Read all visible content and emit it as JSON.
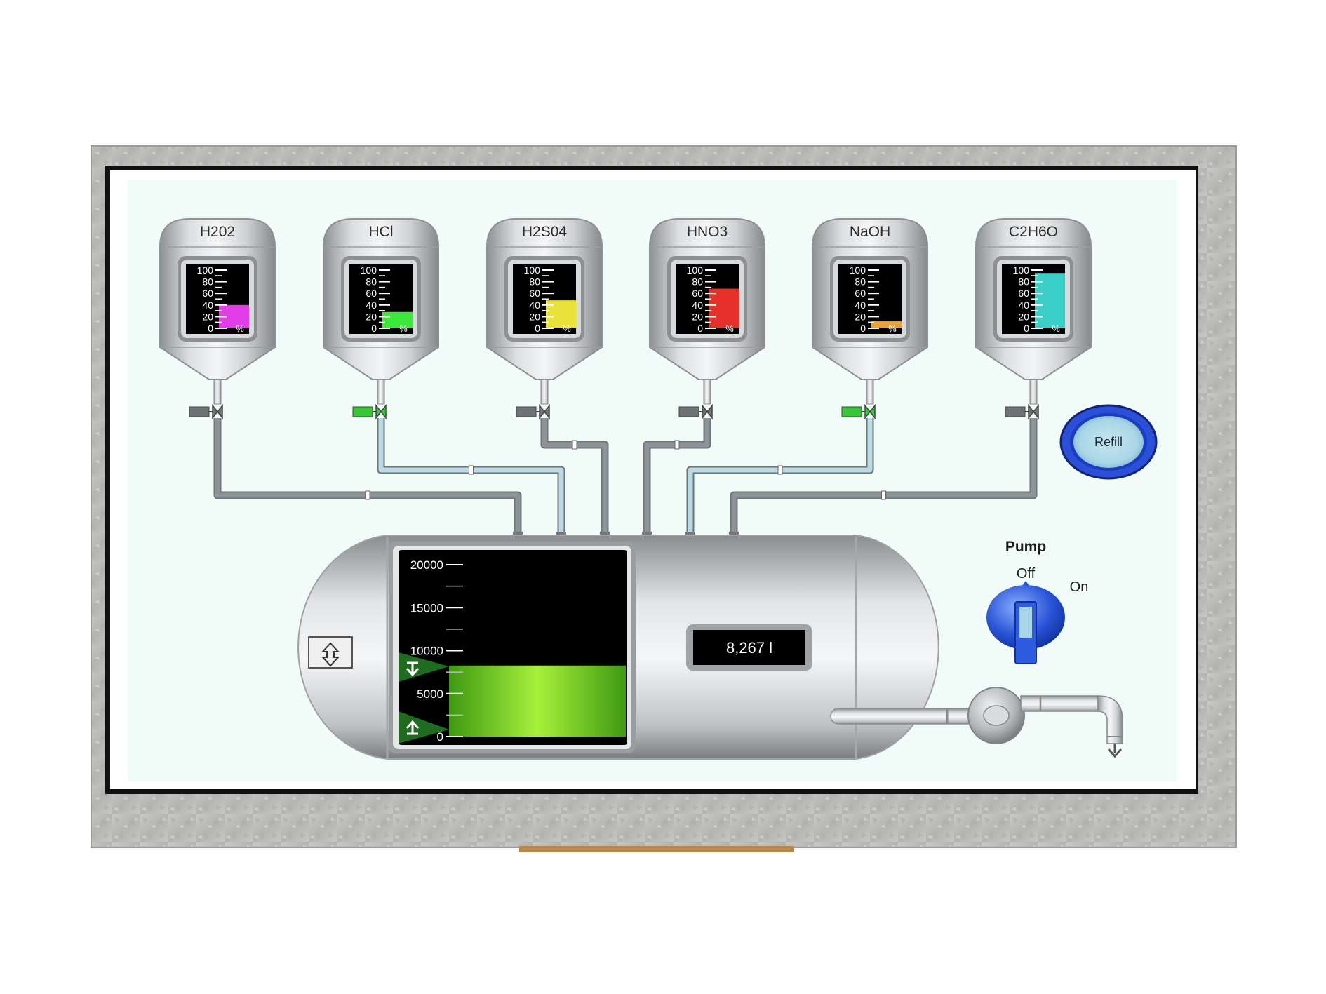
{
  "tanks": [
    {
      "label": "H202",
      "level_percent": 40,
      "color": "#e23be8",
      "valve_open": false
    },
    {
      "label": "HCl",
      "level_percent": 28,
      "color": "#3ee83a",
      "valve_open": true
    },
    {
      "label": "H2S04",
      "level_percent": 48,
      "color": "#e8e23a",
      "valve_open": false
    },
    {
      "label": "HNO3",
      "level_percent": 68,
      "color": "#e8302a",
      "valve_open": false
    },
    {
      "label": "NaOH",
      "level_percent": 12,
      "color": "#e8a23a",
      "valve_open": true
    },
    {
      "label": "C2H6O",
      "level_percent": 95,
      "color": "#3ad0c8",
      "valve_open": false
    }
  ],
  "tank_scale": {
    "ticks": [
      "100",
      "80",
      "60",
      "40",
      "20",
      "0"
    ],
    "unit": "%"
  },
  "main_tank": {
    "scale_ticks": [
      "20000",
      "15000",
      "10000",
      "5000",
      "0"
    ],
    "max_value": 20000,
    "level_value": 8267,
    "high_setpoint": 8000,
    "low_setpoint": 1000,
    "volume_readout": "8,267 l",
    "green_color": "#7ed321"
  },
  "refill_button": {
    "label": "Refill",
    "color": "#2b4fd6"
  },
  "pump": {
    "title": "Pump",
    "off_label": "Off",
    "on_label": "On",
    "state": "Off"
  },
  "colors": {
    "screen_bg": "#f1fbf8",
    "open_valve": "#39c639",
    "pipe_open": "#b9d9e3",
    "pipe_closed": "#8d9499"
  }
}
